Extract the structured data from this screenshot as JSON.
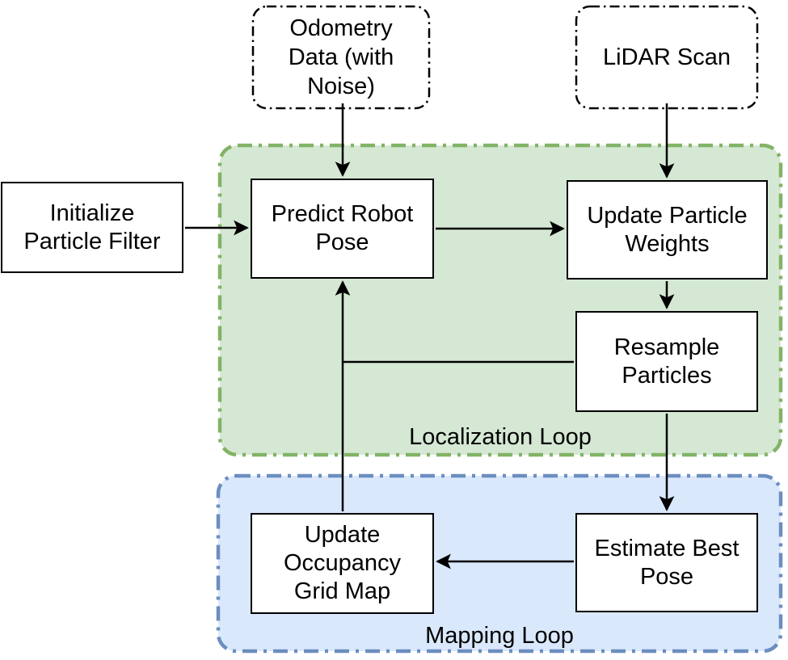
{
  "diagram": {
    "type": "flowchart",
    "nodes": {
      "odometry": {
        "label": "Odometry\nData (with\nNoise)",
        "shape": "rounded-dashdot-source"
      },
      "lidar": {
        "label": "LiDAR Scan",
        "shape": "rounded-dashdot-source"
      },
      "init": {
        "label": "Initialize\nParticle Filter",
        "shape": "process-box"
      },
      "predict": {
        "label": "Predict Robot\nPose",
        "shape": "process-box"
      },
      "update_weights": {
        "label": "Update Particle\nWeights",
        "shape": "process-box"
      },
      "resample": {
        "label": "Resample\nParticles",
        "shape": "process-box"
      },
      "estimate": {
        "label": "Estimate Best\nPose",
        "shape": "process-box"
      },
      "update_map": {
        "label": "Update\nOccupancy\nGrid Map",
        "shape": "process-box"
      }
    },
    "groups": {
      "localization": {
        "label": "Localization Loop",
        "fill": "#d5e8d4",
        "stroke": "#82b366"
      },
      "mapping": {
        "label": "Mapping Loop",
        "fill": "#dae8fc",
        "stroke": "#6c8ebf"
      }
    },
    "edges": [
      {
        "from": "Odometry Data (with Noise)",
        "to": "Predict Robot Pose"
      },
      {
        "from": "LiDAR Scan",
        "to": "Update Particle Weights"
      },
      {
        "from": "Initialize Particle Filter",
        "to": "Predict Robot Pose"
      },
      {
        "from": "Predict Robot Pose",
        "to": "Update Particle Weights"
      },
      {
        "from": "Update Particle Weights",
        "to": "Resample Particles"
      },
      {
        "from": "Resample Particles",
        "to": "Predict Robot Pose"
      },
      {
        "from": "Update Occupancy Grid Map",
        "to": "Predict Robot Pose"
      },
      {
        "from": "Resample Particles",
        "to": "Estimate Best Pose"
      },
      {
        "from": "Estimate Best Pose",
        "to": "Update Occupancy Grid Map"
      }
    ],
    "colors": {
      "node_fill": "#ffffff",
      "node_stroke": "#000000",
      "edge_stroke": "#000000",
      "localization_fill": "#d5e8d4",
      "localization_stroke": "#82b366",
      "mapping_fill": "#dae8fc",
      "mapping_stroke": "#6c8ebf"
    }
  }
}
